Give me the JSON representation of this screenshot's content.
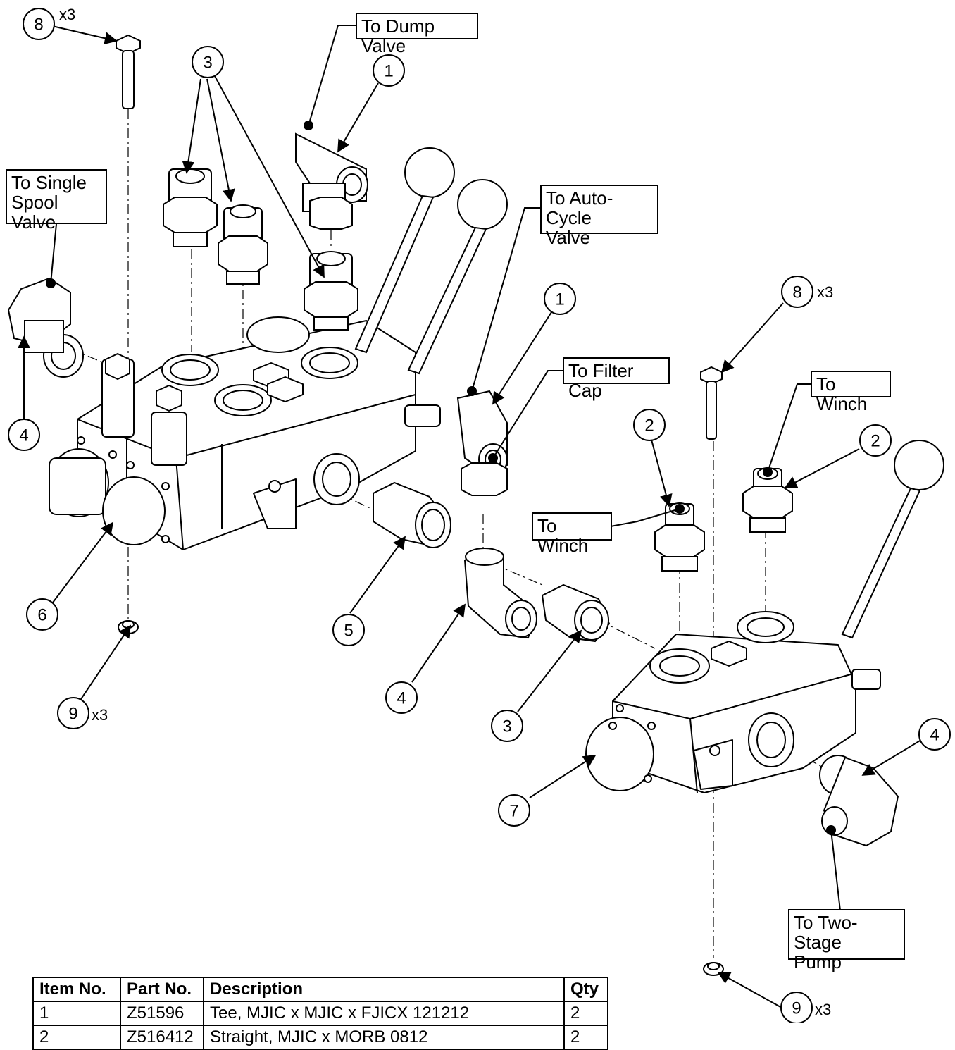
{
  "callouts": {
    "to_dump_valve": "To Dump Valve",
    "to_single_spool_valve": "To Single\nSpool Valve",
    "to_auto_cycle_valve": "To Auto-Cycle\nValve",
    "to_filter_cap": "To Filter Cap",
    "to_winch_top": "To Winch",
    "to_winch_left": "To Winch",
    "to_two_stage_pump": "To Two-Stage\nPump"
  },
  "balloons": [
    {
      "label": "8",
      "mult": "x3"
    },
    {
      "label": "3",
      "mult": ""
    },
    {
      "label": "1",
      "mult": ""
    },
    {
      "label": "4",
      "mult": ""
    },
    {
      "label": "1",
      "mult": ""
    },
    {
      "label": "8",
      "mult": "x3"
    },
    {
      "label": "2",
      "mult": ""
    },
    {
      "label": "2",
      "mult": ""
    },
    {
      "label": "6",
      "mult": ""
    },
    {
      "label": "5",
      "mult": ""
    },
    {
      "label": "4",
      "mult": ""
    },
    {
      "label": "3",
      "mult": ""
    },
    {
      "label": "9",
      "mult": "x3"
    },
    {
      "label": "4",
      "mult": ""
    },
    {
      "label": "7",
      "mult": ""
    },
    {
      "label": "9",
      "mult": "x3"
    }
  ],
  "bom": {
    "headers": [
      "Item No.",
      "Part No.",
      "Description",
      "Qty"
    ],
    "rows": [
      [
        "1",
        "Z51596",
        "Tee, MJIC x MJIC x FJICX 121212",
        "2"
      ],
      [
        "2",
        "Z516412",
        "Straight, MJIC x MORB 0812",
        "2"
      ]
    ]
  }
}
